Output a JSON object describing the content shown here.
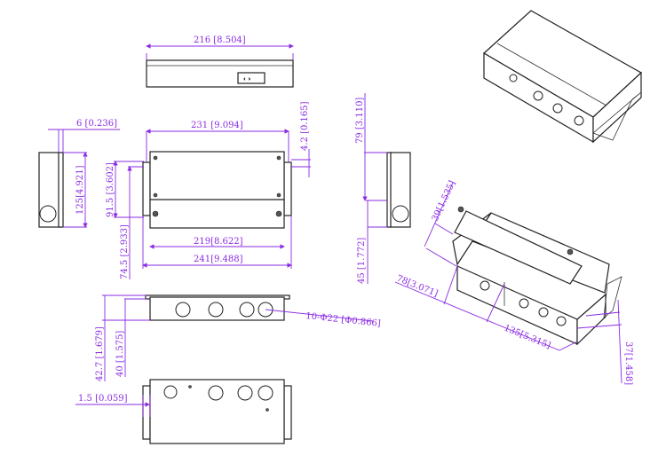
{
  "drawing": {
    "colors": {
      "dimension": "#8a2be2",
      "outline": "#222222"
    },
    "dimensions": {
      "top_width": "216 [8.504]",
      "front_overall_mount": "231 [9.094]",
      "front_tab": "4.2 [0.165]",
      "front_body_width": "219[8.622]",
      "front_overall_width": "241[9.488]",
      "front_height_upper": "91.5 [3.602]",
      "front_height_lower": "74.5 [2.933]",
      "left_flange": "6 [0.236]",
      "left_height": "125[4.921]",
      "right_upper": "79 [3.110]",
      "right_lower": "45 [1.772]",
      "knockouts": "10-Φ22 [Φ0.866]",
      "side_height_outer": "42.7 [1.679]",
      "side_height_inner": "40 [1.575]",
      "bottom_thickness": "1.5 [0.059]",
      "iso_lid": "39[1.535]",
      "iso_depth": "78[3.071]",
      "iso_length": "135[5.315]",
      "iso_height": "37[1.458]"
    }
  }
}
